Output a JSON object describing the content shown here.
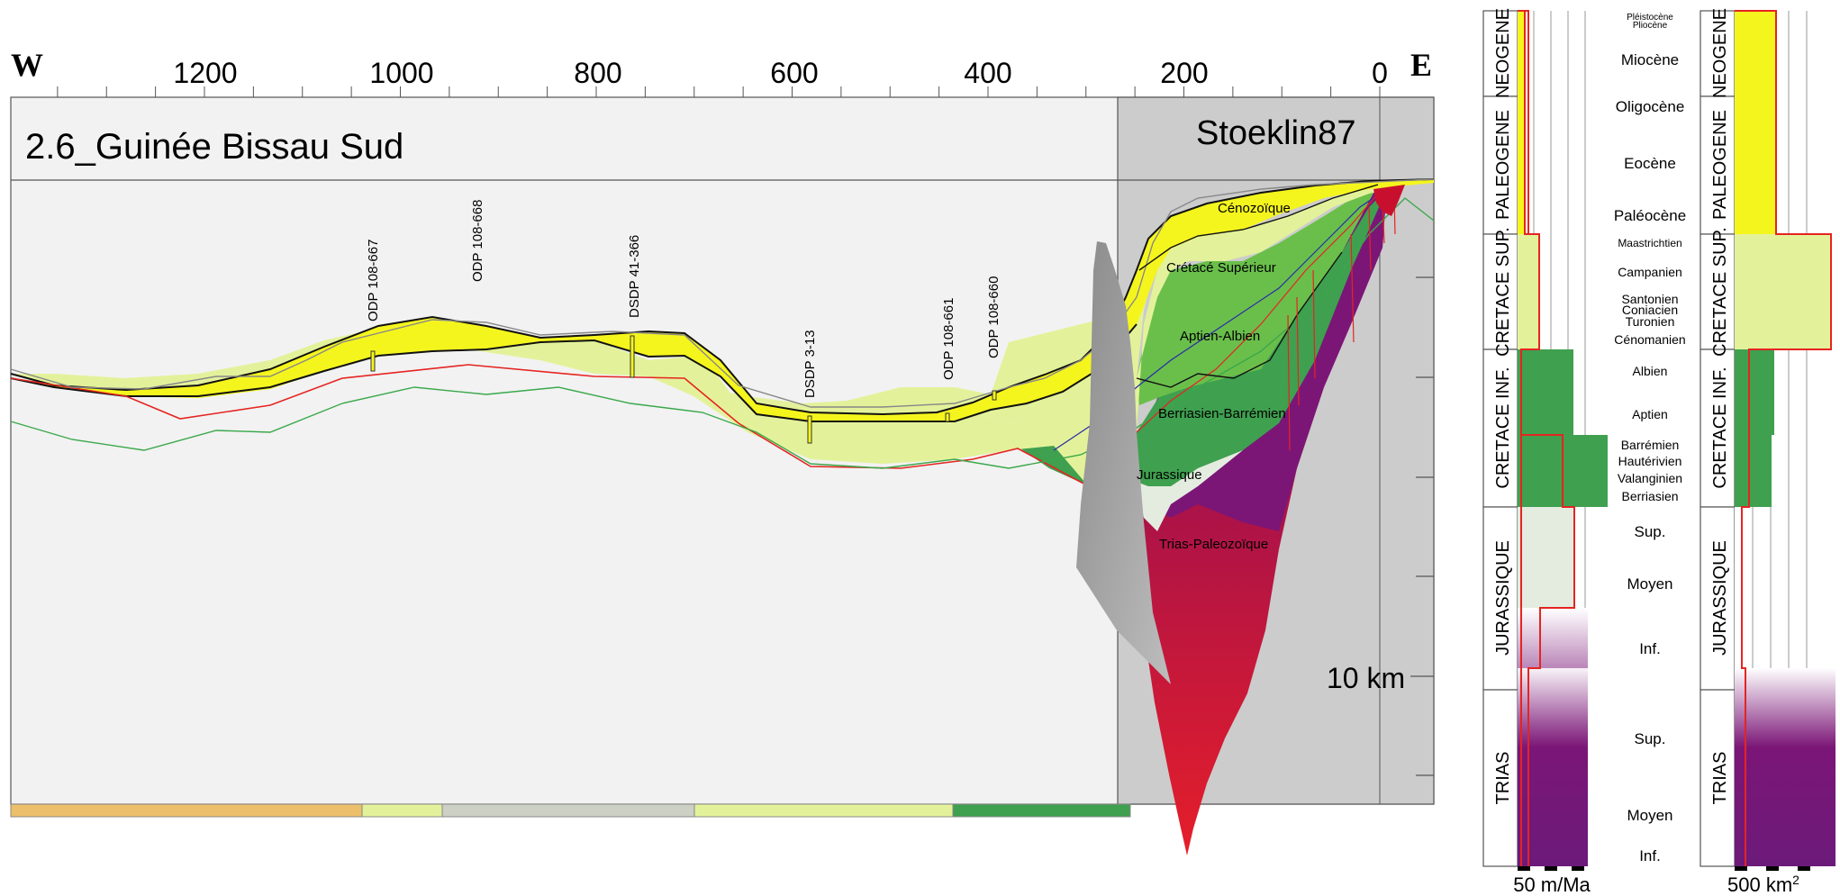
{
  "section": {
    "title": "2.6_Guinée Bissau Sud",
    "source_label": "Stoeklin87",
    "west_label": "W",
    "east_label": "E",
    "scale_label": "10 km",
    "distance_ticks": [
      "1200",
      "1000",
      "800",
      "600",
      "400",
      "200",
      "0"
    ]
  },
  "wells": [
    {
      "name": "ODP 108-667"
    },
    {
      "name": "ODP 108-668"
    },
    {
      "name": "DSDP 41-366"
    },
    {
      "name": "DSDP 3-13"
    },
    {
      "name": "ODP 108-661"
    },
    {
      "name": "ODP 108-660"
    }
  ],
  "units": [
    {
      "name": "Cénozoïque",
      "color": "#f5f51e"
    },
    {
      "name": "Crétacé Supérieur",
      "color": "#e3f29a"
    },
    {
      "name": "Aptien-Albien",
      "color": "#6abf4b"
    },
    {
      "name": "Berriasien-Barrémien",
      "color": "#3fa04f"
    },
    {
      "name": "Jurassique",
      "color": "#e4ece0"
    },
    {
      "name": "Trias-Paleozoïque",
      "color": "#7b1677"
    }
  ],
  "periods": [
    {
      "name": "NEOGENE",
      "color": "#f5f51e"
    },
    {
      "name": "PALEOGENE",
      "color": "#f5f51e"
    },
    {
      "name": "CRETACE SUP.",
      "color": "#e3f29a"
    },
    {
      "name": "CRETACE INF.",
      "color": "#3fa04f"
    },
    {
      "name": "JURASSIQUE",
      "color": "#e4ece0"
    },
    {
      "name": "TRIAS",
      "color": "#7b1677"
    }
  ],
  "stages": [
    {
      "name": "Pléistocène"
    },
    {
      "name": "Pliocène"
    },
    {
      "name": "Miocène"
    },
    {
      "name": "Oligocène"
    },
    {
      "name": "Eocène"
    },
    {
      "name": "Paléocène"
    },
    {
      "name": "Maastrichtien"
    },
    {
      "name": "Campanien"
    },
    {
      "name": "Santonien"
    },
    {
      "name": "Coniacien"
    },
    {
      "name": "Turonien"
    },
    {
      "name": "Cénomanien"
    },
    {
      "name": "Albien"
    },
    {
      "name": "Aptien"
    },
    {
      "name": "Barrémien"
    },
    {
      "name": "Hautérivien"
    },
    {
      "name": "Valanginien"
    },
    {
      "name": "Berriasien"
    },
    {
      "name": "Sup."
    },
    {
      "name": "Moyen"
    },
    {
      "name": "Inf."
    },
    {
      "name": "Sup."
    },
    {
      "name": "Moyen"
    },
    {
      "name": "Inf."
    }
  ],
  "rate_scale": "50 m/Ma",
  "area_scale": "500 km",
  "area_scale_sup": "2",
  "colors": {
    "red_outline": "#e52421",
    "panel_grey": "#cccccc",
    "section_bg": "#f2f2f2"
  }
}
